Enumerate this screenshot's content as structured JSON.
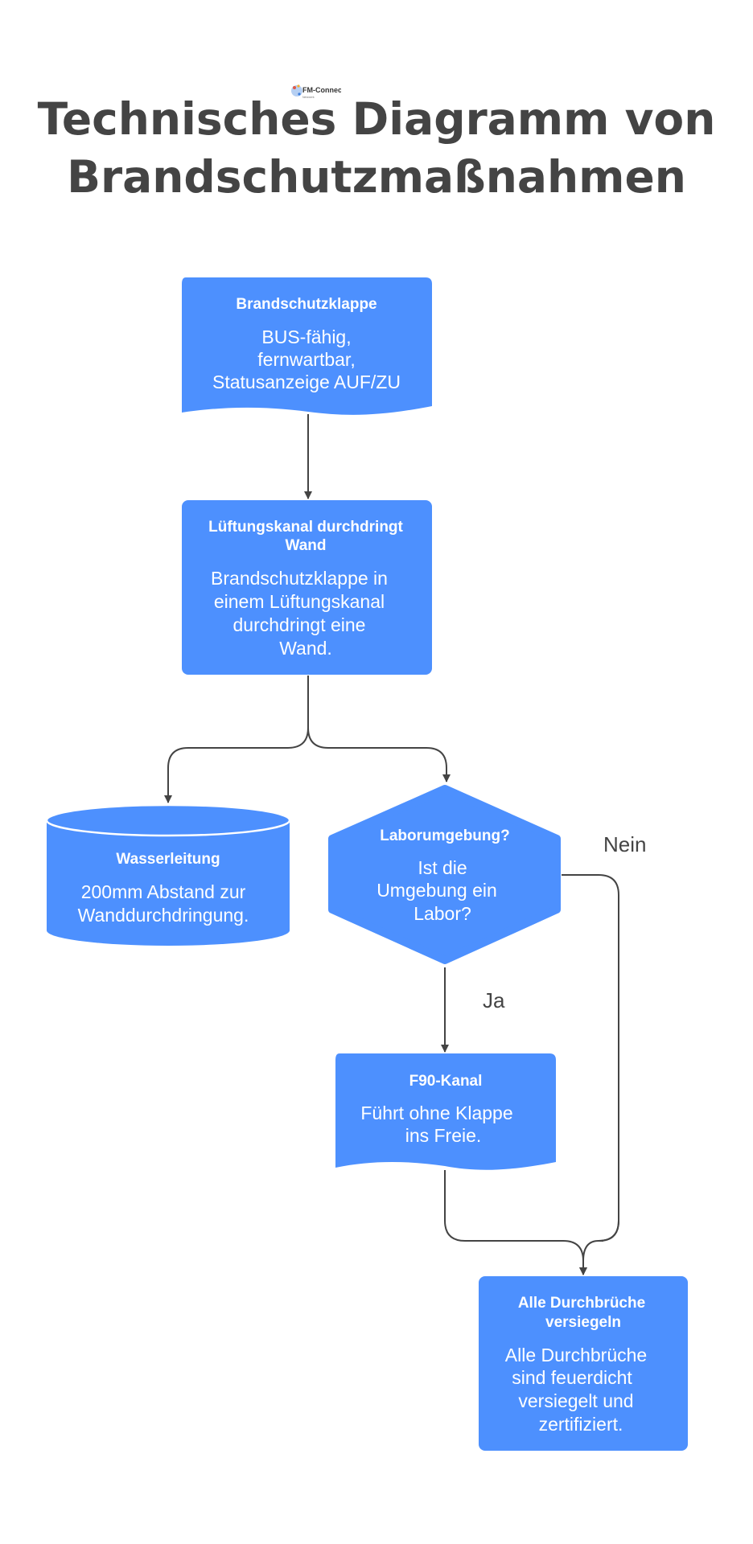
{
  "page": {
    "title_line1": "Technisches Diagramm von",
    "title_line2": "Brandschutzmaßnahmen",
    "logo_text": "FM-Connect.com"
  },
  "colors": {
    "node_fill": "#4D90FE",
    "node_text": "#FFFFFF",
    "connector": "#444444",
    "title": "#444444",
    "edge_label": "#444444"
  },
  "nodes": {
    "brandschutzklappe": {
      "shape": "document",
      "title": "Brandschutzklappe",
      "lines": [
        "BUS-fähig,",
        "fernwartbar,",
        "Statusanzeige AUF/ZU"
      ]
    },
    "lueftungskanal": {
      "shape": "rectangle",
      "title_lines": [
        "Lüftungskanal durchdringt",
        "Wand"
      ],
      "lines": [
        "Brandschutzklappe in",
        "einem Lüftungskanal",
        "durchdringt eine",
        "Wand."
      ]
    },
    "wasserleitung": {
      "shape": "cylinder",
      "title": "Wasserleitung",
      "lines": [
        "200mm Abstand zur",
        "Wanddurchdringung."
      ]
    },
    "laborumgebung": {
      "shape": "hexagon",
      "title": "Laborumgebung?",
      "lines": [
        "Ist die",
        "Umgebung ein",
        "Labor?"
      ]
    },
    "f90kanal": {
      "shape": "document",
      "title": "F90-Kanal",
      "lines": [
        "Führt ohne Klappe",
        "ins Freie."
      ]
    },
    "durchbrueche": {
      "shape": "rectangle",
      "title_lines": [
        "Alle Durchbrüche",
        "versiegeln"
      ],
      "lines": [
        "Alle Durchbrüche",
        "sind feuerdicht",
        "versiegelt und",
        "zertifiziert."
      ]
    }
  },
  "edges": [
    {
      "from": "brandschutzklappe",
      "to": "lueftungskanal",
      "label": ""
    },
    {
      "from": "lueftungskanal",
      "to": "wasserleitung",
      "label": ""
    },
    {
      "from": "lueftungskanal",
      "to": "laborumgebung",
      "label": ""
    },
    {
      "from": "laborumgebung",
      "to": "f90kanal",
      "label": "Ja"
    },
    {
      "from": "laborumgebung",
      "to": "durchbrueche",
      "label": "Nein"
    },
    {
      "from": "f90kanal",
      "to": "durchbrueche",
      "label": ""
    }
  ]
}
